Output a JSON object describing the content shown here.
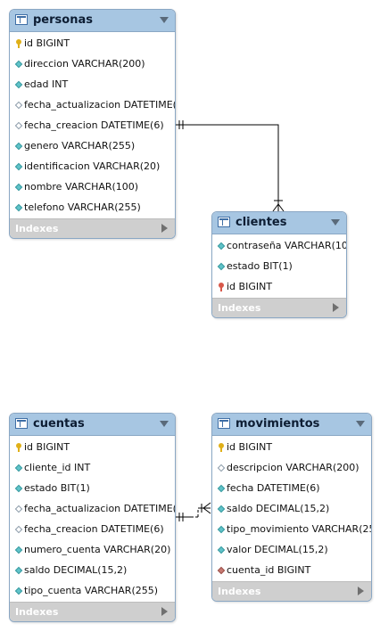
{
  "tables": {
    "personas": {
      "name": "personas",
      "columns": [
        {
          "text": "id BIGINT",
          "icon": "primary-key-icon"
        },
        {
          "text": "direccion VARCHAR(200)",
          "icon": "not-null-column-icon"
        },
        {
          "text": "edad INT",
          "icon": "not-null-column-icon"
        },
        {
          "text": "fecha_actualizacion DATETIME(…",
          "icon": "nullable-column-icon"
        },
        {
          "text": "fecha_creacion DATETIME(6)",
          "icon": "nullable-column-icon"
        },
        {
          "text": "genero VARCHAR(255)",
          "icon": "not-null-column-icon"
        },
        {
          "text": "identificacion VARCHAR(20)",
          "icon": "not-null-column-icon"
        },
        {
          "text": "nombre VARCHAR(100)",
          "icon": "not-null-column-icon"
        },
        {
          "text": "telefono VARCHAR(255)",
          "icon": "not-null-column-icon"
        }
      ],
      "indexes_label": "Indexes"
    },
    "clientes": {
      "name": "clientes",
      "columns": [
        {
          "text": "contraseña VARCHAR(10…",
          "icon": "not-null-column-icon"
        },
        {
          "text": "estado BIT(1)",
          "icon": "not-null-column-icon"
        },
        {
          "text": "id BIGINT",
          "icon": "primary-foreign-key-icon"
        }
      ],
      "indexes_label": "Indexes"
    },
    "cuentas": {
      "name": "cuentas",
      "columns": [
        {
          "text": "id BIGINT",
          "icon": "primary-key-icon"
        },
        {
          "text": "cliente_id INT",
          "icon": "not-null-column-icon"
        },
        {
          "text": "estado BIT(1)",
          "icon": "not-null-column-icon"
        },
        {
          "text": "fecha_actualizacion DATETIME(…",
          "icon": "nullable-column-icon"
        },
        {
          "text": "fecha_creacion DATETIME(6)",
          "icon": "nullable-column-icon"
        },
        {
          "text": "numero_cuenta VARCHAR(20)",
          "icon": "not-null-column-icon"
        },
        {
          "text": "saldo DECIMAL(15,2)",
          "icon": "not-null-column-icon"
        },
        {
          "text": "tipo_cuenta VARCHAR(255)",
          "icon": "not-null-column-icon"
        }
      ],
      "indexes_label": "Indexes"
    },
    "movimientos": {
      "name": "movimientos",
      "columns": [
        {
          "text": "id BIGINT",
          "icon": "primary-key-icon"
        },
        {
          "text": "descripcion VARCHAR(200)",
          "icon": "nullable-column-icon"
        },
        {
          "text": "fecha DATETIME(6)",
          "icon": "not-null-column-icon"
        },
        {
          "text": "saldo DECIMAL(15,2)",
          "icon": "not-null-column-icon"
        },
        {
          "text": "tipo_movimiento VARCHAR(25…",
          "icon": "not-null-column-icon"
        },
        {
          "text": "valor DECIMAL(15,2)",
          "icon": "not-null-column-icon"
        },
        {
          "text": "cuenta_id BIGINT",
          "icon": "foreign-key-column-icon"
        }
      ],
      "indexes_label": "Indexes"
    }
  },
  "colors": {
    "header": "#a7c6e2",
    "border": "#8aa7c4",
    "footer": "#cfcfcf",
    "not_null_icon": "#5fc3c9",
    "primary_key_icon": "#e0b018",
    "foreign_key_icon": "#c77a73",
    "relationship_line": "#000000"
  }
}
